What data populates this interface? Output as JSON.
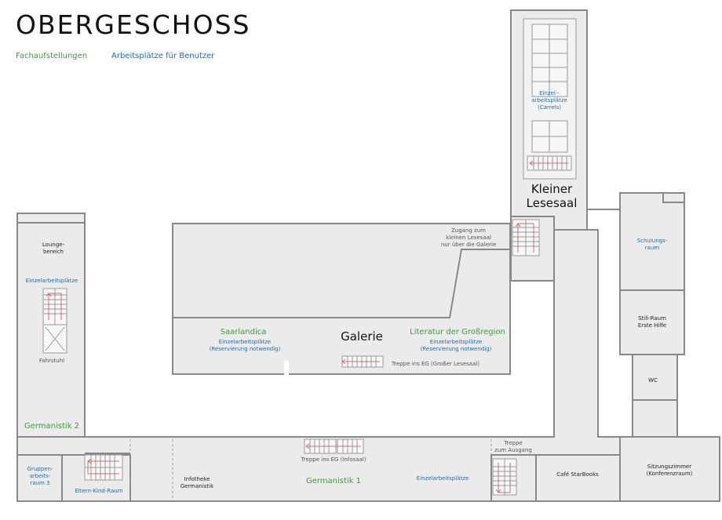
{
  "title": "OBERGESCHOSS",
  "legend": {
    "fachaufstellungen": "Fachaufstellungen",
    "arbeitsplaetze": "Arbeitsplätze für Benutzer"
  },
  "colors": {
    "wall": "#888888",
    "floor": "#ebebeb",
    "green": "#3c9a3c",
    "blue": "#1f6cb0",
    "stair_arrow": "#d07070"
  },
  "rooms": {
    "kleiner_lesesaal": "Kleiner\nLesesaal",
    "carrels": "Einzel--\narbeitsplätze\n(Carrels)",
    "zugang": "Zugang zum\nkleinen Lesesaal\nnur über die Galerie",
    "lounge": "Lounge-\nbereich",
    "einzel_left": "Einzelarbeitsplätze",
    "fahrstuhl": "Fahrstuhl",
    "germanistik2": "Germanistik 2",
    "saarlandica": "Saarlandica",
    "saar_einzel": "Einzelarbeitsplätze\n(Reservierung notwendig)",
    "galerie": "Galerie",
    "literatur": "Literatur der Großregion",
    "lit_einzel": "Einzelarbeitsplätze\n(Reservierung notwendig)",
    "treppe_eg_gross": "Treppe ins EG (Großer Lesesaal)",
    "schulungsraum": "Schulungs-\nraum",
    "still_raum": "Still-Raum\nErste Hilfe",
    "wc": "WC",
    "treppe_infosaal": "Treppe ins EG (Infosaal)",
    "germanistik1": "Germanistik 1",
    "einzel_bottom": "Einzelarbeitsplätze",
    "infotheke": "Infotheke\nGermanistik",
    "gruppen": "Gruppen-\narbeits-\nraum 3",
    "eltern_kind": "Eltern-Kind-Raum",
    "treppe_ausgang": "Treppe\nzum Ausgang",
    "cafe": "Café StarBooks",
    "sitzungszimmer": "Sitzungszimmer\n(Konferenzraum)"
  }
}
